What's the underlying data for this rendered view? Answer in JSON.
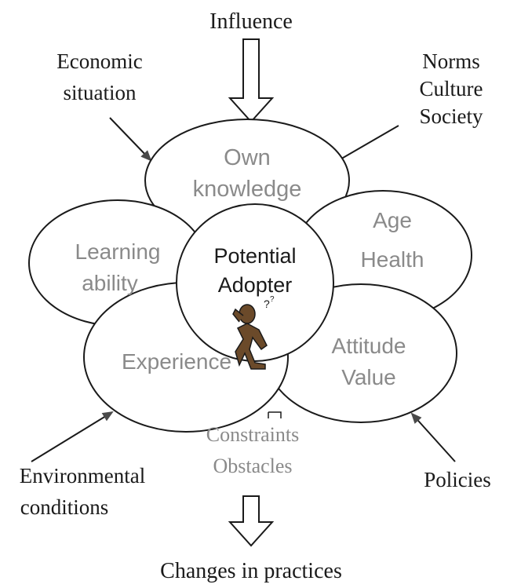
{
  "top": {
    "label": "Influence"
  },
  "external_factors": {
    "economic": [
      "Economic",
      "situation"
    ],
    "norms": [
      "Norms",
      "Culture",
      "Society"
    ],
    "environmental": [
      "Environmental",
      "conditions"
    ],
    "policies": [
      "Policies"
    ]
  },
  "circles": {
    "own_knowledge": [
      "Own",
      "knowledge"
    ],
    "age_health": [
      "Age",
      "Health"
    ],
    "learning_ability": [
      "Learning",
      "ability"
    ],
    "experience": [
      "Experience"
    ],
    "attitude_value": [
      "Attitude",
      "Value"
    ],
    "center": [
      "Potential",
      "Adopter"
    ]
  },
  "constraints": [
    "Constraints",
    "Obstacles"
  ],
  "bottom": {
    "label": "Changes in practices"
  },
  "colors": {
    "line": "#1a1a1a",
    "grey_text": "#8a8a8a",
    "figure_fill": "#6b4a2a"
  }
}
